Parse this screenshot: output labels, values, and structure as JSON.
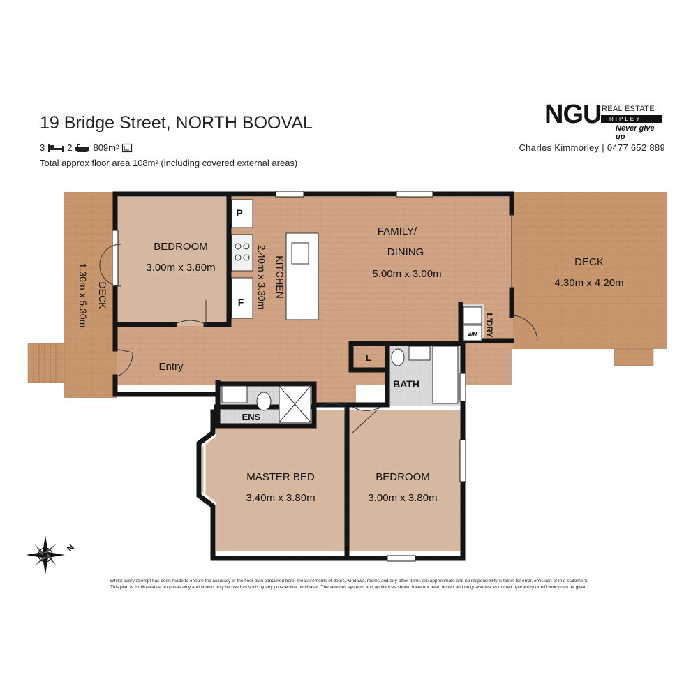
{
  "listing": {
    "address": "19 Bridge Street, NORTH BOOVAL",
    "bedrooms": "3",
    "bathrooms": "2",
    "land_size": "809m²",
    "floor_area_note": "Total approx floor area 108m² (including covered external areas)"
  },
  "agency": {
    "brand": "NGU",
    "line1": "REAL ESTATE",
    "line2": "RIPLEY",
    "slogan": "Never give up",
    "agent_contact": "Charles Kimmorley | 0477 652 889"
  },
  "rooms": {
    "bedroom_nw": {
      "name": "BEDROOM",
      "size": "3.00m x 3.80m"
    },
    "kitchen": {
      "name": "KITCHEN",
      "size": "2.40m x 3.30m"
    },
    "family": {
      "name_line1": "FAMILY/",
      "name_line2": "DINING",
      "size": "5.00m x 3.00m"
    },
    "deck_east": {
      "name": "DECK",
      "size": "4.30m x 4.20m"
    },
    "deck_west": {
      "name": "DECK",
      "size": "1.30m x 5.30m"
    },
    "entry": {
      "name": "Entry"
    },
    "laundry": {
      "name": "L'DRY",
      "wm": "WM"
    },
    "linen": {
      "name": "L"
    },
    "bath": {
      "name": "BATH"
    },
    "ensuite": {
      "name": "ENS"
    },
    "master": {
      "name": "MASTER BED",
      "size": "3.40m x 3.80m"
    },
    "bedroom_s": {
      "name": "BEDROOM",
      "size": "3.00m x 3.80m"
    },
    "pantry": {
      "name": "P"
    },
    "fridge": {
      "name": "F"
    }
  },
  "compass": {
    "label": "N"
  },
  "disclaimer": {
    "line1": "Whilst every attempt has been made to ensure the accuracy of the floor plan contained here, measurements of doors, windows, rooms and any other items are approximate and no responsibility is taken for error, omission or mis-statement.",
    "line2": "This plan is for illustrative purposes only and should only be used as such by any prospective purchaser. The services systems and appliances shown have not been tested and no guarantee as to their operability or efficiency can be given."
  },
  "colors": {
    "deck": "#c8966d",
    "floor_wood": "#cfa383",
    "carpet": "#d7b8a0",
    "tile": "#d9d9d9",
    "wall": "#141414"
  }
}
